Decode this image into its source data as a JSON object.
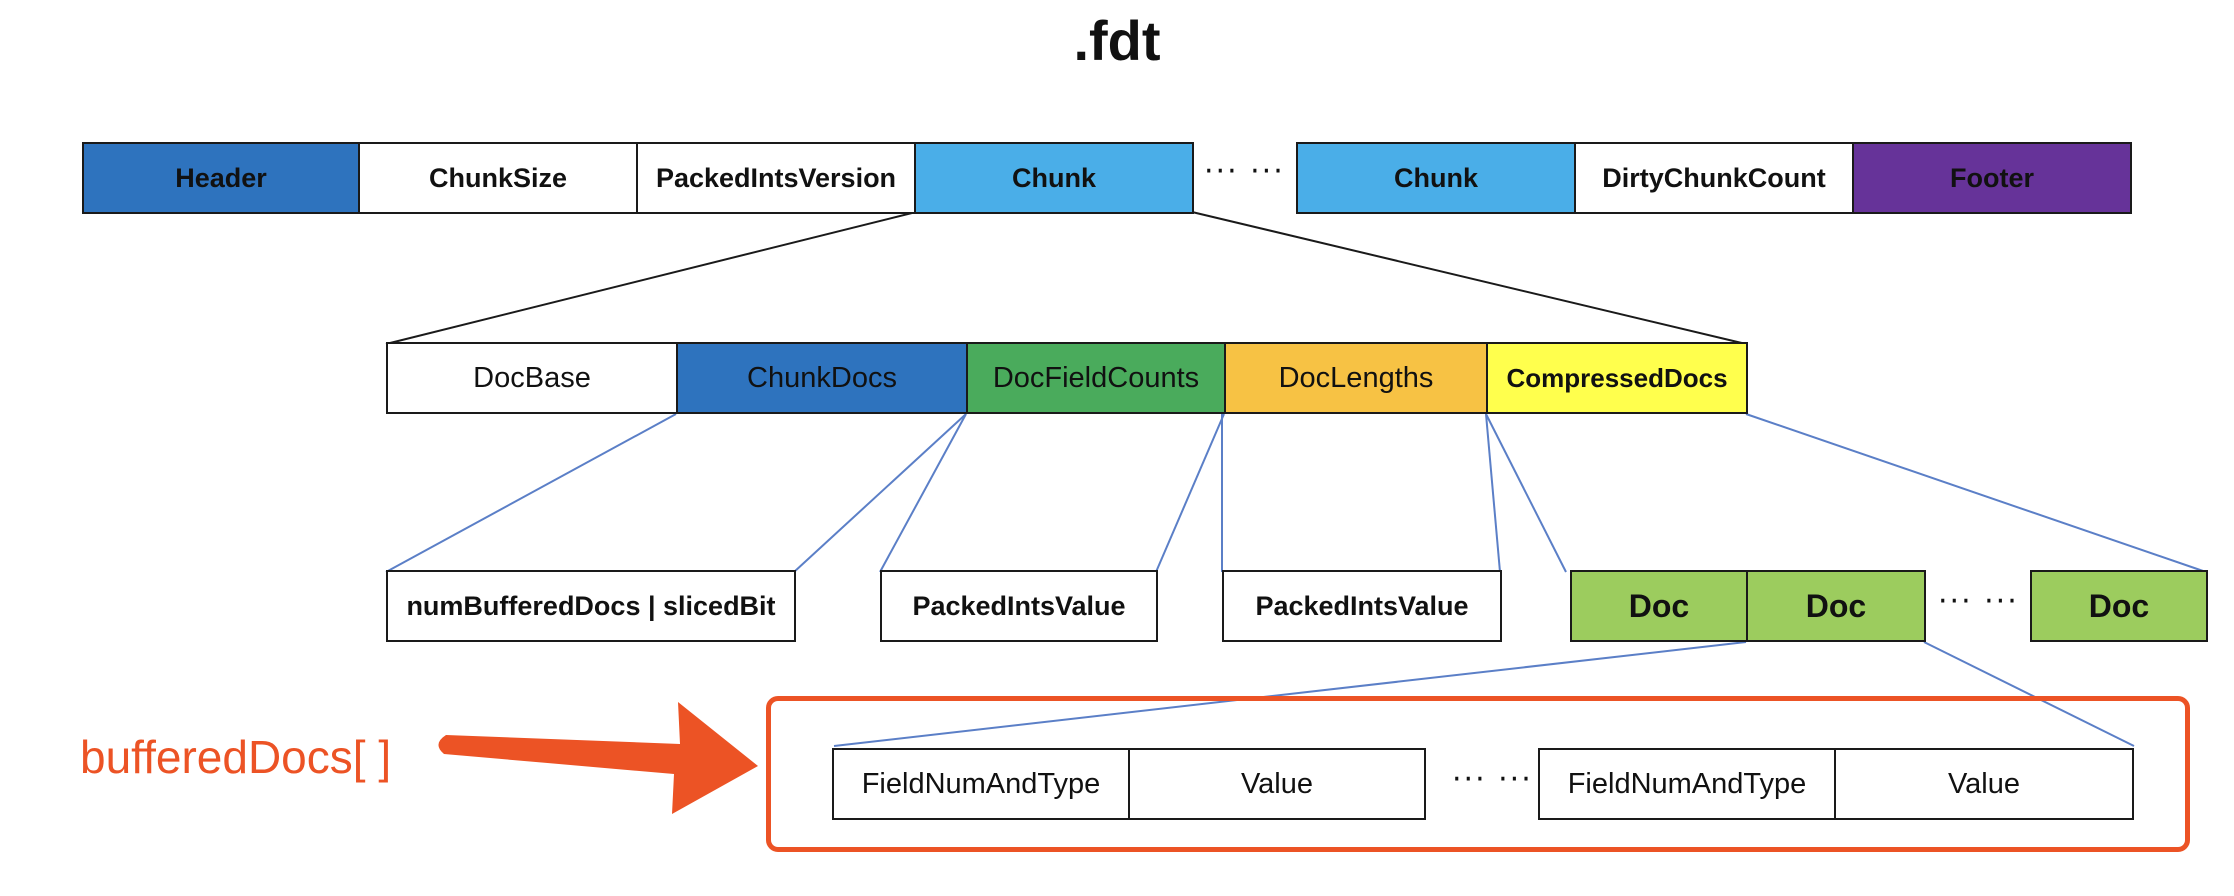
{
  "title": ".fdt",
  "colors": {
    "dark_blue": "#2e73be",
    "light_blue": "#4aaee8",
    "purple": "#663399",
    "green": "#4aab5c",
    "orange": "#f7c244",
    "yellow": "#ffff4d",
    "light_green": "#9ccc5e",
    "accent": "#ec5325",
    "connector_line": "#5b7fc7"
  },
  "row1": {
    "header": "Header",
    "chunk_size": "ChunkSize",
    "packed_ints_version": "PackedIntsVersion",
    "chunk_1": "Chunk",
    "ellipsis": "··· ···",
    "chunk_2": "Chunk",
    "dirty_chunk_count": "DirtyChunkCount",
    "footer": "Footer"
  },
  "row2": {
    "doc_base": "DocBase",
    "chunk_docs": "ChunkDocs",
    "doc_field_counts": "DocFieldCounts",
    "doc_lengths": "DocLengths",
    "compressed_docs": "CompressedDocs"
  },
  "row3": {
    "num_buffered_docs": "numBufferedDocs | slicedBit",
    "packed_ints_value_1": "PackedIntsValue",
    "packed_ints_value_2": "PackedIntsValue",
    "doc_1": "Doc",
    "doc_2": "Doc",
    "ellipsis": "··· ···",
    "doc_3": "Doc"
  },
  "row4": {
    "field_num_and_type_1": "FieldNumAndType",
    "value_1": "Value",
    "ellipsis": "··· ···",
    "field_num_and_type_2": "FieldNumAndType",
    "value_2": "Value"
  },
  "buffered_docs_label": "bufferedDocs[ ]"
}
